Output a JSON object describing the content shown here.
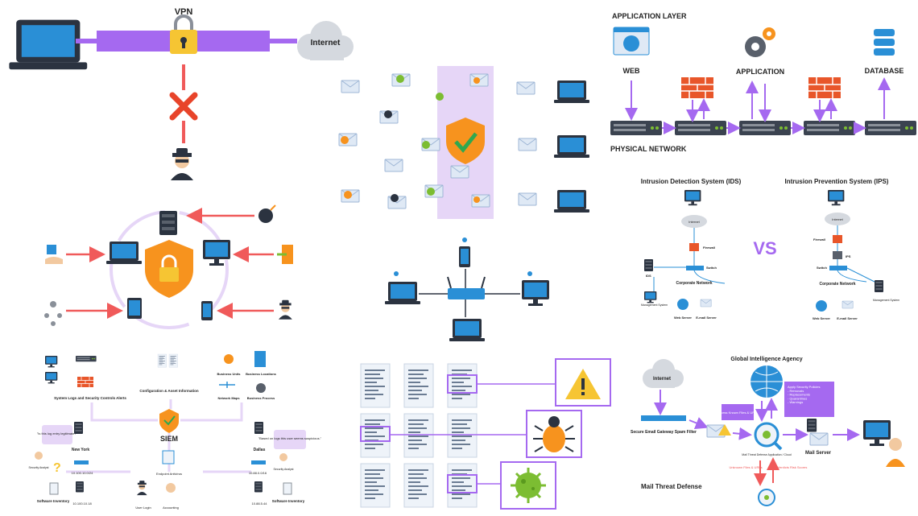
{
  "colors": {
    "purple": "#a569f0",
    "lavender": "#e6d6f7",
    "red": "#f05a5a",
    "orange": "#f7931e",
    "blue": "#2a8fd6",
    "green": "#7cbd32",
    "dark": "#2b3340"
  },
  "vpn": {
    "title": "VPN",
    "cloud": "Internet"
  },
  "layers": {
    "app_layer": "APPLICATION LAYER",
    "web": "WEB",
    "application": "APPLICATION",
    "database": "DATABASE",
    "physical": "PHYSICAL NETWORK"
  },
  "ids": {
    "ids_title": "Intrusion Detection System (IDS)",
    "ips_title": "Intrusion Prevention System (IPS)",
    "vs": "VS",
    "internet": "Internet",
    "firewall": "Firewall",
    "switch": "Switch",
    "ids": "IDS",
    "ips": "IPS",
    "corporate": "Corporate Network",
    "mgmt": "Management System",
    "web_server": "Web Server",
    "email_server": "E-mail Server"
  },
  "siem": {
    "logs": "System Logs and Security Controls Alerts",
    "config": "Configuration & Asset Information",
    "business_units": "Business Units",
    "business_locations": "Business Locations",
    "network_maps": "Network Maps",
    "business_process": "Business Process",
    "center": "SIEM",
    "quote_left": "\"Is this log entry legitimate?\"",
    "quote_right": "\"Based on logs this user seems suspicious.\"",
    "new_york": "New York",
    "dallas": "Dallas",
    "analyst": "Security Analyst",
    "ip1": "10.100.10.0/24",
    "ip2": "10.100.10.18",
    "ip3": "10.88.0.0/16",
    "ip4": "10.88.5.44",
    "software_inventory": "Software Inventory",
    "user_login": "User Login",
    "accounting": "Accounting",
    "endpoint": "Endpoint Antivirus"
  },
  "mail": {
    "agency": "Global Intelligence Agency",
    "internet": "Internet",
    "gateway": "Secure Email Gateway Spam Filter",
    "access": "Access Known Files & URLs",
    "policies": "Apply Security Policies\n- Removals\n- Replacements\n- Quarantines\n- Warnings",
    "unknown": "Unknown Files & URLs",
    "verdict": "Verdicts Risk Scores",
    "mail_server": "Mail Server",
    "defense_app": "Mail Threat Defense Application / Cloud",
    "title": "Mail Threat Defense"
  }
}
